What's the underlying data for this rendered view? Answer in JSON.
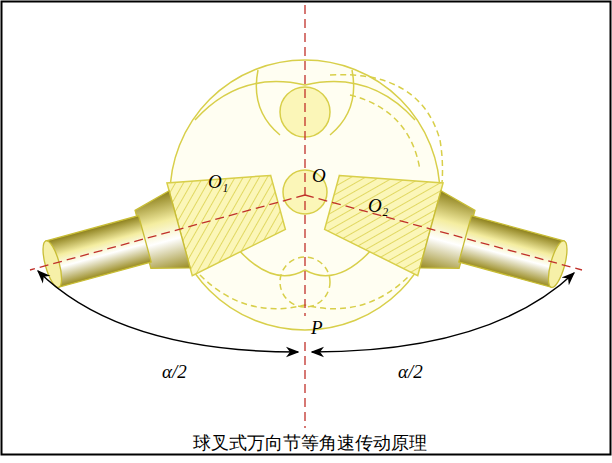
{
  "diagram": {
    "caption": "球叉式万向节等角速传动原理",
    "labels": [
      "O₁",
      "O",
      "O₂",
      "P",
      "α/2",
      "α/2"
    ]
  }
}
